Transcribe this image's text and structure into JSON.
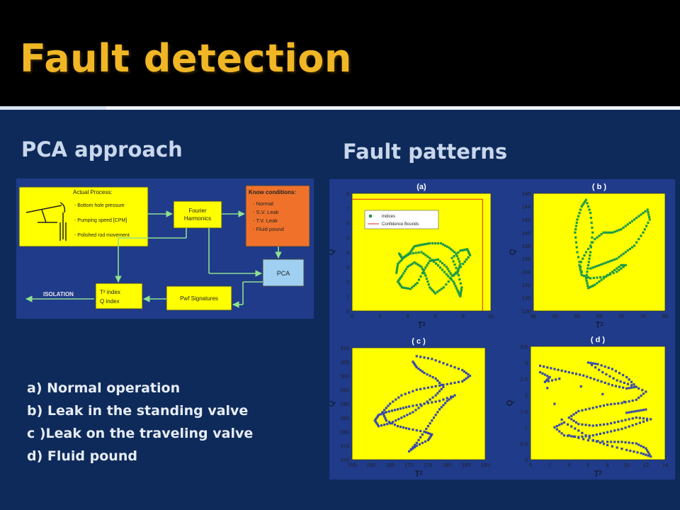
{
  "slide": {
    "title": "Fault detection",
    "left_heading": "PCA approach",
    "right_heading": "Fault patterns",
    "legend_items": [
      "a) Normal operation",
      "b) Leak in the standing valve",
      "c )Leak on the traveling valve",
      "d) Fluid pound"
    ]
  },
  "diagram": {
    "process_box": {
      "heading": "Actual Process:",
      "items": [
        "- Bottom hole pressure",
        "- Pumping speed [CPM]",
        "- Polished rod movement"
      ]
    },
    "fourier_box": {
      "line1": "Fourier",
      "line2": "Harmonics"
    },
    "conditions_box": {
      "heading": "Know conditions:",
      "items": [
        "- Normal",
        "- S.V. Leak",
        "- T.V. Leak",
        "- Fluid pound"
      ]
    },
    "pca_box": "PCA",
    "pwf_box": "Pwf Signatures",
    "index_box": {
      "line1": "T² index",
      "line2": "Q index"
    },
    "isolation_label": "ISOLATION"
  },
  "chart_data": [
    {
      "type": "scatter",
      "title": "(a)",
      "xlabel": "T²",
      "ylabel": "Q",
      "xlim": [
        0,
        10
      ],
      "ylim": [
        0,
        8
      ],
      "xticks": [
        "0",
        "2",
        "4",
        "6",
        "8",
        "10"
      ],
      "yticks": [
        "0",
        "1",
        "2",
        "3",
        "4",
        "5",
        "6",
        "7",
        "8"
      ],
      "legend": [
        "Indices",
        "Confidence Bounds"
      ],
      "legend_position": "top-left",
      "marker_color": "#1e9a48",
      "bound_color": "#e02020",
      "confidence_bound": {
        "x": 9.4,
        "y": 7.6
      },
      "series": [
        {
          "points": [
            [
              3.4,
              3.9
            ],
            [
              3.6,
              3.6
            ],
            [
              4.2,
              3.9
            ],
            [
              5,
              4
            ],
            [
              5.6,
              3.6
            ],
            [
              6.2,
              3.1
            ],
            [
              6.8,
              2.5
            ],
            [
              7.3,
              2
            ],
            [
              7.6,
              1.4
            ],
            [
              7.8,
              1
            ],
            [
              7.9,
              1.6
            ],
            [
              7.6,
              2.7
            ],
            [
              7.2,
              3.6
            ],
            [
              7.8,
              4.1
            ],
            [
              8.3,
              4.2
            ],
            [
              8.5,
              3.8
            ],
            [
              8.0,
              3.2
            ],
            [
              7.3,
              2.4
            ],
            [
              6.6,
              1.6
            ],
            [
              6.0,
              1.2
            ],
            [
              5.6,
              1.6
            ],
            [
              5.3,
              2.4
            ],
            [
              5.0,
              3.0
            ],
            [
              4.5,
              3.3
            ],
            [
              4.0,
              3.0
            ],
            [
              3.6,
              2.4
            ],
            [
              3.3,
              2.0
            ],
            [
              3.6,
              1.6
            ],
            [
              4.2,
              1.5
            ],
            [
              4.7,
              1.9
            ],
            [
              5.2,
              2.8
            ],
            [
              5.6,
              3.4
            ],
            [
              6.2,
              3.5
            ],
            [
              6.8,
              3.0
            ],
            [
              7.2,
              2.4
            ],
            [
              7.6,
              2.6
            ],
            [
              7.8,
              3.2
            ],
            [
              7.5,
              3.9
            ],
            [
              7.0,
              4.3
            ],
            [
              6.4,
              4.6
            ],
            [
              5.6,
              4.6
            ],
            [
              5.0,
              4.5
            ],
            [
              4.5,
              4.4
            ],
            [
              4.2,
              4.0
            ],
            [
              3.7,
              3.6
            ],
            [
              3.3,
              3.2
            ],
            [
              3.2,
              2.6
            ]
          ]
        }
      ]
    },
    {
      "type": "scatter",
      "title": "( b )",
      "xlabel": "T²",
      "ylabel": "Q",
      "xlim": [
        50,
        80
      ],
      "ylim": [
        128,
        146
      ],
      "xticks": [
        "50",
        "55",
        "60",
        "65",
        "70",
        "75",
        "80"
      ],
      "yticks": [
        "128",
        "130",
        "132",
        "134",
        "136",
        "138",
        "140",
        "142",
        "144",
        "146"
      ],
      "marker_color": "#1e9a48",
      "series": [
        {
          "points": [
            [
              61,
              134
            ],
            [
              60,
              137
            ],
            [
              59.5,
              140
            ],
            [
              60,
              142
            ],
            [
              61,
              144
            ],
            [
              62,
              145
            ],
            [
              63,
              143
            ],
            [
              63.5,
              140
            ],
            [
              63,
              137
            ],
            [
              62.5,
              135
            ],
            [
              62,
              133
            ],
            [
              62.5,
              131.5
            ],
            [
              64,
              132
            ],
            [
              66,
              133
            ],
            [
              68,
              134
            ],
            [
              70,
              135
            ],
            [
              71,
              135
            ],
            [
              69,
              134
            ],
            [
              66,
              133.2
            ],
            [
              63,
              133
            ],
            [
              61,
              133.5
            ],
            [
              60.5,
              135
            ],
            [
              62,
              137
            ],
            [
              64,
              139
            ],
            [
              66,
              140
            ],
            [
              68,
              140
            ],
            [
              70,
              140.5
            ],
            [
              72,
              141.5
            ],
            [
              74,
              142.5
            ],
            [
              76,
              143.5
            ],
            [
              76.5,
              142
            ],
            [
              75,
              140
            ],
            [
              73,
              138
            ],
            [
              71,
              137
            ],
            [
              69,
              136
            ],
            [
              67,
              135.5
            ],
            [
              65,
              135
            ],
            [
              63,
              134.5
            ]
          ]
        }
      ]
    },
    {
      "type": "scatter",
      "title": "( c )",
      "xlabel": "T²",
      "ylabel": "Q",
      "xlim": [
        155,
        190
      ],
      "ylim": [
        270,
        310
      ],
      "xticks": [
        "155",
        "160",
        "165",
        "170",
        "175",
        "180",
        "185",
        "190"
      ],
      "yticks": [
        "270",
        "275",
        "280",
        "285",
        "290",
        "295",
        "300",
        "305",
        "310"
      ],
      "marker_color": "#3a4aa8",
      "series": [
        {
          "points": [
            [
              172,
              307
            ],
            [
              176,
              306
            ],
            [
              180,
              304
            ],
            [
              184,
              302
            ],
            [
              186,
              300
            ],
            [
              184,
              298
            ],
            [
              180,
              297
            ],
            [
              176,
              296
            ],
            [
              172,
              295
            ],
            [
              168,
              293
            ],
            [
              165,
              290
            ],
            [
              163,
              287
            ],
            [
              164,
              284
            ],
            [
              167,
              282
            ],
            [
              170,
              281
            ],
            [
              174,
              280
            ],
            [
              176,
              279
            ],
            [
              175,
              277
            ],
            [
              172,
              275
            ],
            [
              170,
              273
            ],
            [
              172,
              276
            ],
            [
              174,
              280
            ],
            [
              176,
              284
            ],
            [
              178,
              288
            ],
            [
              180,
              291
            ],
            [
              182,
              293
            ],
            [
              178,
              291
            ],
            [
              174,
              290
            ],
            [
              170,
              289
            ],
            [
              167,
              288
            ],
            [
              164,
              287
            ],
            [
              162,
              286
            ],
            [
              161,
              284
            ],
            [
              162,
              282
            ],
            [
              165,
              283
            ],
            [
              168,
              285
            ],
            [
              171,
              287
            ],
            [
              174,
              290
            ],
            [
              177,
              293
            ],
            [
              179,
              296
            ],
            [
              177,
              299
            ],
            [
              174,
              301
            ],
            [
              172,
              303
            ],
            [
              171,
              305
            ]
          ]
        }
      ]
    },
    {
      "type": "scatter",
      "title": "( d )",
      "xlabel": "T²",
      "ylabel": "Q",
      "xlim": [
        0,
        14
      ],
      "ylim": [
        0,
        3.5
      ],
      "xticks": [
        "0",
        "2",
        "4",
        "6",
        "8",
        "10",
        "12",
        "14"
      ],
      "yticks": [
        "0",
        "0.5",
        "1",
        "1.5",
        "2",
        "2.5",
        "3",
        "3.5"
      ],
      "marker_color": "#3a4aa8",
      "series": [
        {
          "points": [
            [
              1,
              2.9
            ],
            [
              2.5,
              2.8
            ],
            [
              4,
              2.7
            ],
            [
              5.5,
              2.6
            ],
            [
              7,
              2.45
            ],
            [
              8.5,
              2.3
            ],
            [
              10,
              2.2
            ],
            [
              11,
              2.25
            ],
            [
              10,
              2.55
            ],
            [
              8.5,
              2.8
            ],
            [
              7,
              2.95
            ],
            [
              6,
              3.0
            ],
            [
              7.5,
              2.7
            ],
            [
              9,
              2.45
            ],
            [
              10.5,
              2.3
            ],
            [
              12,
              2.1
            ],
            [
              11,
              1.85
            ],
            [
              9.5,
              1.75
            ],
            [
              8,
              1.7
            ],
            [
              6.5,
              1.6
            ],
            [
              5,
              1.5
            ],
            [
              4,
              1.3
            ],
            [
              5,
              1.1
            ],
            [
              6.5,
              1.05
            ],
            [
              8,
              1.1
            ],
            [
              9.5,
              1.2
            ],
            [
              11,
              1.3
            ],
            [
              12.5,
              1.25
            ],
            [
              11,
              1.1
            ],
            [
              9.5,
              0.95
            ],
            [
              8,
              0.85
            ],
            [
              6.5,
              0.75
            ],
            [
              5,
              0.7
            ],
            [
              3.5,
              0.75
            ],
            [
              2.5,
              1.0
            ],
            [
              3.5,
              1.15
            ],
            [
              5,
              0.9
            ],
            [
              6.5,
              0.6
            ],
            [
              8,
              0.45
            ],
            [
              10,
              0.3
            ],
            [
              11.5,
              0.2
            ],
            [
              12.5,
              0.1
            ],
            [
              12,
              0.35
            ],
            [
              11,
              0.5
            ],
            [
              9.5,
              0.55
            ],
            [
              8,
              0.55
            ],
            [
              6,
              0.6
            ],
            [
              4,
              0.75
            ],
            [
              1,
              2.7
            ],
            [
              2,
              2.55
            ],
            [
              1.5,
              2.4
            ],
            [
              3,
              2.5
            ],
            [
              12,
              1.55
            ],
            [
              11,
              1.5
            ],
            [
              10,
              1.45
            ]
          ]
        }
      ]
    }
  ]
}
